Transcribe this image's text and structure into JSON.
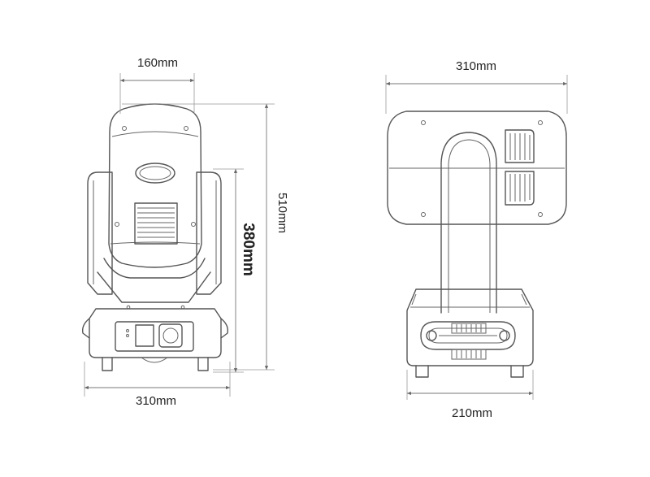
{
  "diagram": {
    "front_view": {
      "head_width_label": "160mm",
      "total_height_label": "510mm",
      "yoke_height_label": "380mm",
      "base_width_label": "310mm"
    },
    "side_view": {
      "head_length_label": "310mm",
      "base_depth_label": "210mm"
    }
  }
}
